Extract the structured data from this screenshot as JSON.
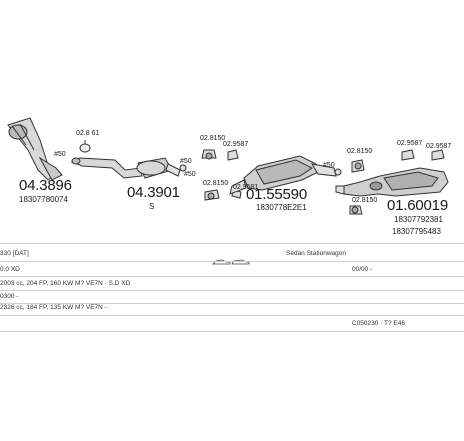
{
  "parts": {
    "p1": {
      "code": "04.3896",
      "oe": "18307780074",
      "tag": "02.8 61",
      "clamp": "#50"
    },
    "p2": {
      "code": "04.3901",
      "sub": "S",
      "clamp": "#50"
    },
    "p3": {
      "code": "01.55590",
      "oe": "1830778E2E1",
      "clampL": "#50",
      "clampR": "#50",
      "h1": "02.8150",
      "h2": "02.9587",
      "h3": "02.8150",
      "h4": "02.9581"
    },
    "p4": {
      "code": "01.60019",
      "oe1": "18307792381",
      "oe2": "18307795483",
      "h1": "02.8150",
      "h2": "02.9587",
      "h3": "02.8150",
      "h4": "02.9587"
    }
  },
  "table": {
    "rows": [
      {
        "c1": "330 [DAT]",
        "c2": "Sedan Stationwagon",
        "c3": ""
      },
      {
        "c1": "0.0 XD",
        "c2": "",
        "c3": "00/00 -"
      },
      {
        "c1": "2003 cc, 204 FP, 160 KW M? VE7N · S.D XD",
        "c2": "",
        "c3": ""
      },
      {
        "c1": "0300 -",
        "c2": "",
        "c3": ""
      },
      {
        "c1": "2326 cc, 184 FP, 135 KW M? VE7N -",
        "c2": "",
        "c3": ""
      },
      {
        "c1": "",
        "c2": "",
        "c3": "C050230 · T? E46"
      }
    ]
  },
  "colors": {
    "line": "#333333",
    "fill": "#d8d8d8",
    "dark": "#555555"
  }
}
